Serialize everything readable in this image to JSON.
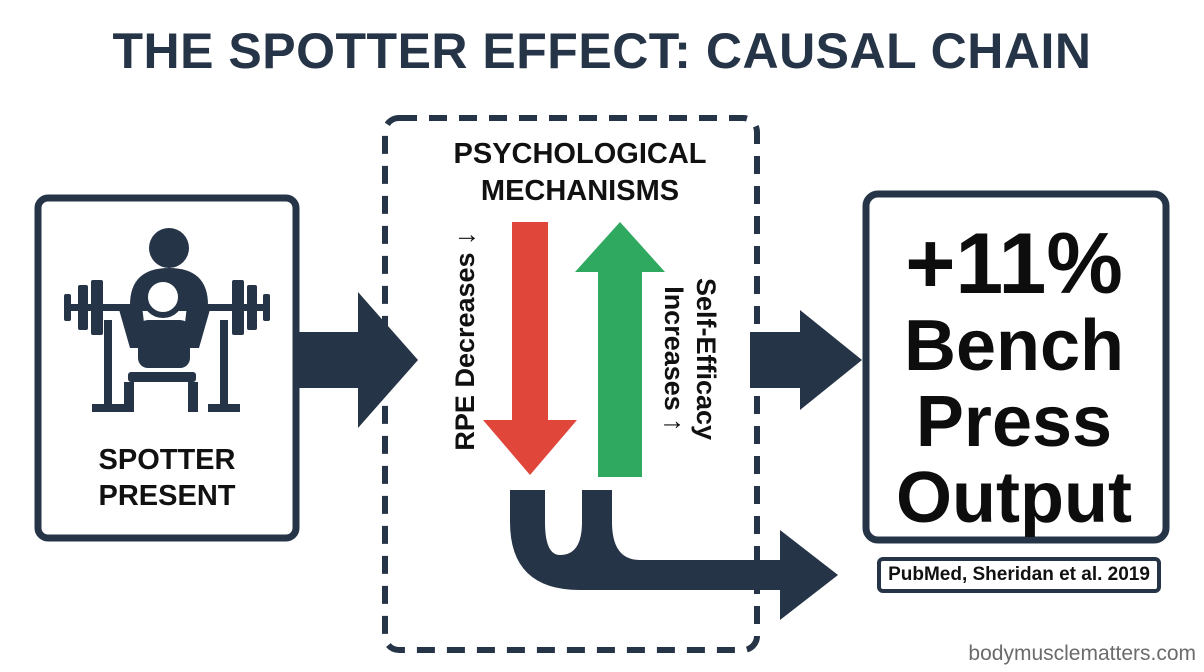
{
  "title": "THE SPOTTER EFFECT: CAUSAL CHAIN",
  "spotter": {
    "line1": "SPOTTER",
    "line2": "PRESENT",
    "icon": "bench-press-with-spotter-icon"
  },
  "mechanisms": {
    "title_line1": "PSYCHOLOGICAL",
    "title_line2": "MECHANISMS",
    "rpe_label": "RPE Decreases ↓",
    "self_efficacy_line1": "Self-Efficacy",
    "self_efficacy_line2": "Increases ↑"
  },
  "result": {
    "value": "+11%",
    "line1": "Bench",
    "line2": "Press",
    "line3": "Output"
  },
  "citation": "PubMed, Sheridan et al. 2019",
  "watermark": "bodymusclematters.com",
  "colors": {
    "navy": "#263447",
    "red": "#e0463a",
    "green": "#2fa860"
  }
}
